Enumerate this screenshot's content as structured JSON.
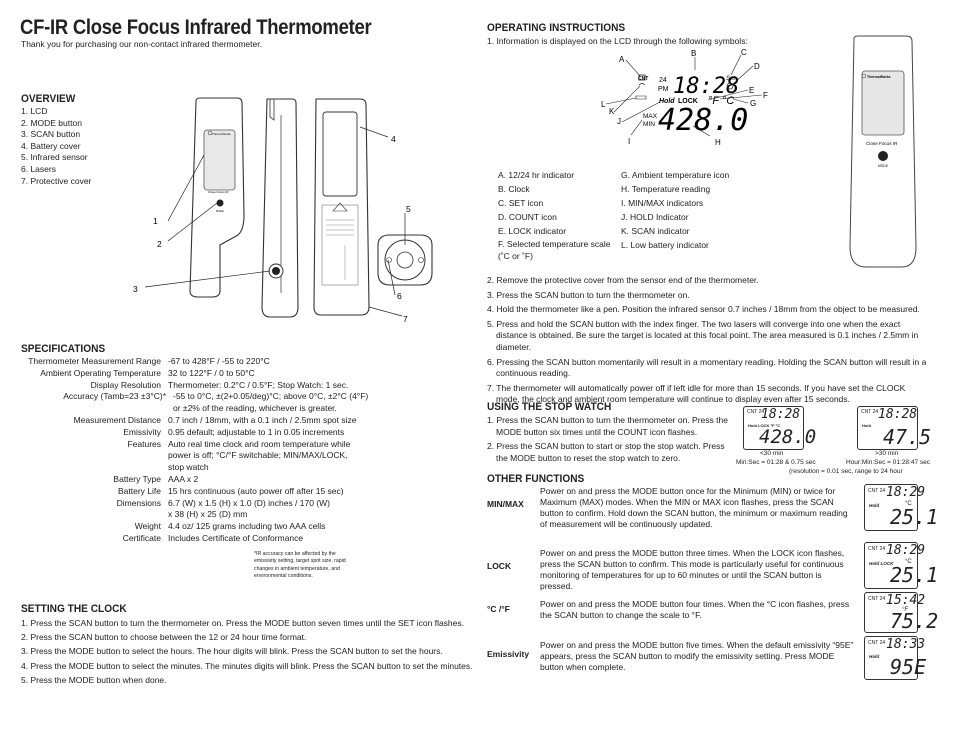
{
  "title": "CF-IR Close Focus Infrared Thermometer",
  "subtitle": "Thank you for purchasing our non-contact infrared thermometer.",
  "overview": {
    "heading": "OVERVIEW",
    "items": [
      "1. LCD",
      "2. MODE button",
      "3. SCAN button",
      "4. Battery cover",
      "5. Infrared sensor",
      "6. Lasers",
      "7. Protective cover"
    ]
  },
  "device_figure": {
    "callouts": [
      "1",
      "2",
      "3",
      "4",
      "5",
      "6",
      "7"
    ],
    "front_label": "Close Focus IR",
    "mode_label": "MODE",
    "brand": "ThermoWorks"
  },
  "specifications": {
    "heading": "SPECIFICATIONS",
    "rows": [
      {
        "k": "Thermometer Measurement Range",
        "v": "-67 to 428°F / -55 to 220°C"
      },
      {
        "k": "Ambient Operating Temperature",
        "v": "32 to 122°F / 0 to 50°C"
      },
      {
        "k": "Display Resolution",
        "v": "Thermometer: 0.2°C / 0.5°F; Stop Watch: 1 sec."
      },
      {
        "k": "Accuracy (Tamb=23 ±3°C)*",
        "v": "-55 to 0°C, ±(2+0.05/deg)°C; above 0°C, ±2°C (4°F) or ±2% of the reading, whichever is greater."
      },
      {
        "k": "Measurement Distance",
        "v": "0.7 inch / 18mm, with a 0.1 inch / 2.5mm spot size"
      },
      {
        "k": "Emissivity",
        "v": "0.95 default; adjustable to 1 in 0.05 increments"
      },
      {
        "k": "Features",
        "v": "Auto real time clock and room temperature while power is off; °C/°F switchable; MIN/MAX/LOCK, stop watch"
      },
      {
        "k": "Battery Type",
        "v": "AAA x 2"
      },
      {
        "k": "Battery Life",
        "v": "15 hrs continuous (auto power off after 15 sec)"
      },
      {
        "k": "Dimensions",
        "v": "6.7 (W) x 1.5 (H) x 1.0 (D) inches / 170 (W) x 38 (H) x 25 (D) mm"
      },
      {
        "k": "Weight",
        "v": "4.4 oz/ 125 grams including two AAA cells"
      },
      {
        "k": "Certificate",
        "v": "Includes Certificate of Conformance"
      }
    ],
    "note": "*IR accuracy can be affected by the emissivity setting, target spot size, rapid changes in ambient temperature, and environmental conditions."
  },
  "setting_clock": {
    "heading": "SETTING THE CLOCK",
    "steps": [
      "1. Press the SCAN button to turn the thermometer on. Press the MODE button seven times until the SET icon flashes.",
      "2. Press the SCAN button to choose between the 12 or 24 hour time format.",
      "3. Press the MODE button to select the hours. The hour digits will blink. Press the SCAN button to set the hours.",
      "4. Press the MODE button to select the minutes. The minutes digits will blink. Press the SCAN button to set the minutes.",
      "5. Press the MODE button when done."
    ]
  },
  "operating": {
    "heading": "OPERATING INSTRUCTIONS",
    "intro": "1. Information is displayed on the LCD through the following symbols:",
    "lcd": {
      "time": "18:28",
      "temp": "428.0",
      "hold": "Hold",
      "lock": "LOCK",
      "max": "MAX",
      "min": "MIN",
      "unit": "°F °C",
      "set": "Set",
      "h24": "24",
      "pm": "PM",
      "cnt": "CNT"
    },
    "letters": [
      "A",
      "B",
      "C",
      "D",
      "E",
      "F",
      "G",
      "H",
      "I",
      "J",
      "K",
      "L"
    ],
    "legend_left": [
      "A. 12/24 hr indicator",
      "B. Clock",
      "C. SET icon",
      "D. COUNT icon",
      "E. LOCK indicator",
      "F. Selected temperature scale (˚C or ˚F)"
    ],
    "legend_right": [
      "G. Ambient temperature icon",
      "H. Temperature reading",
      "I. MIN/MAX indicators",
      "J. HOLD Indicator",
      "K. SCAN indicator",
      "L. Low battery indicator"
    ],
    "steps": [
      "2. Remove the protective cover from the sensor end of the thermometer.",
      "3. Press the SCAN button to turn the thermometer on.",
      "4. Hold the thermometer like a pen. Position the infrared sensor 0.7 inches / 18mm from the object to be measured.",
      "5. Press and hold the SCAN button with the index finger. The two lasers will converge into one when the exact distance is obtained. Be sure the target is located at this focal point. The area measured is 0.1 inches / 2.5mm in diameter.",
      "6. Pressing the SCAN button momentarily will result in a momentary reading. Holding the SCAN button will result in a continuous reading.",
      "7. The thermometer will automatically power off if left idle for more than 15 seconds. If you have set the CLOCK mode, the clock and ambient room temperature will continue to display even after 15 seconds."
    ],
    "side_device": {
      "label": "Close Focus IR",
      "mode": "MODE",
      "brand": "ThermoWorks"
    }
  },
  "stopwatch": {
    "heading": "USING THE STOP WATCH",
    "steps": [
      "1. Press the SCAN button to turn the thermometer on. Press the MODE button six times until the COUNT icon flashes.",
      "2. Press the SCAN button to start or stop the stop watch. Press the MODE button to reset the stop watch to zero."
    ],
    "lcd1": {
      "time": "18:28",
      "temp": "428.0"
    },
    "lcd2": {
      "time": "18:28",
      "temp": "47.5"
    },
    "cap1a": "<30 min",
    "cap1b": "Min:Sec = 01:28 & 0.75 sec",
    "cap2a": ">30 min",
    "cap2b": "Hour:Min:Sec = 01:28:47 sec",
    "cap3": "(resolution = 0.01 sec, range to 24 hour"
  },
  "other": {
    "heading": "OTHER FUNCTIONS",
    "items": [
      {
        "label": "MIN/MAX",
        "text": "Power on and press the MODE button once for the Minimum (MIN) or twice for Maximum (MAX) modes. When the MIN or MAX icon flashes, press the SCAN button to confirm. Hold down the SCAN button, the minimum or maximum reading of measurement will be continuously updated.",
        "time": "18:29",
        "temp": "25.1",
        "unit": "°C",
        "tag": "Hold"
      },
      {
        "label": "LOCK",
        "text": "Power on and press the MODE button three times. When the LOCK icon flashes, press the SCAN button to confirm. This mode is particularly useful for continuous monitoring of temperatures for up to 60 minutes or until the SCAN button is pressed.",
        "time": "18:29",
        "temp": "25.1",
        "unit": "°C",
        "tag": "Hold LOCK"
      },
      {
        "label": "°C /°F",
        "text": "Power on and press the MODE button four times. When the °C icon flashes, press the SCAN button to change the scale to °F.",
        "time": "15:42",
        "temp": "75.2",
        "unit": "°F",
        "tag": ""
      },
      {
        "label": "Emissivity",
        "text": "Power on and press the MODE button five times. When the default emissivity “95E” appears, press the SCAN button to modify the emissivity setting. Press MODE button when complete.",
        "time": "18:33",
        "temp": "95E",
        "unit": "",
        "tag": "Hold"
      }
    ]
  }
}
